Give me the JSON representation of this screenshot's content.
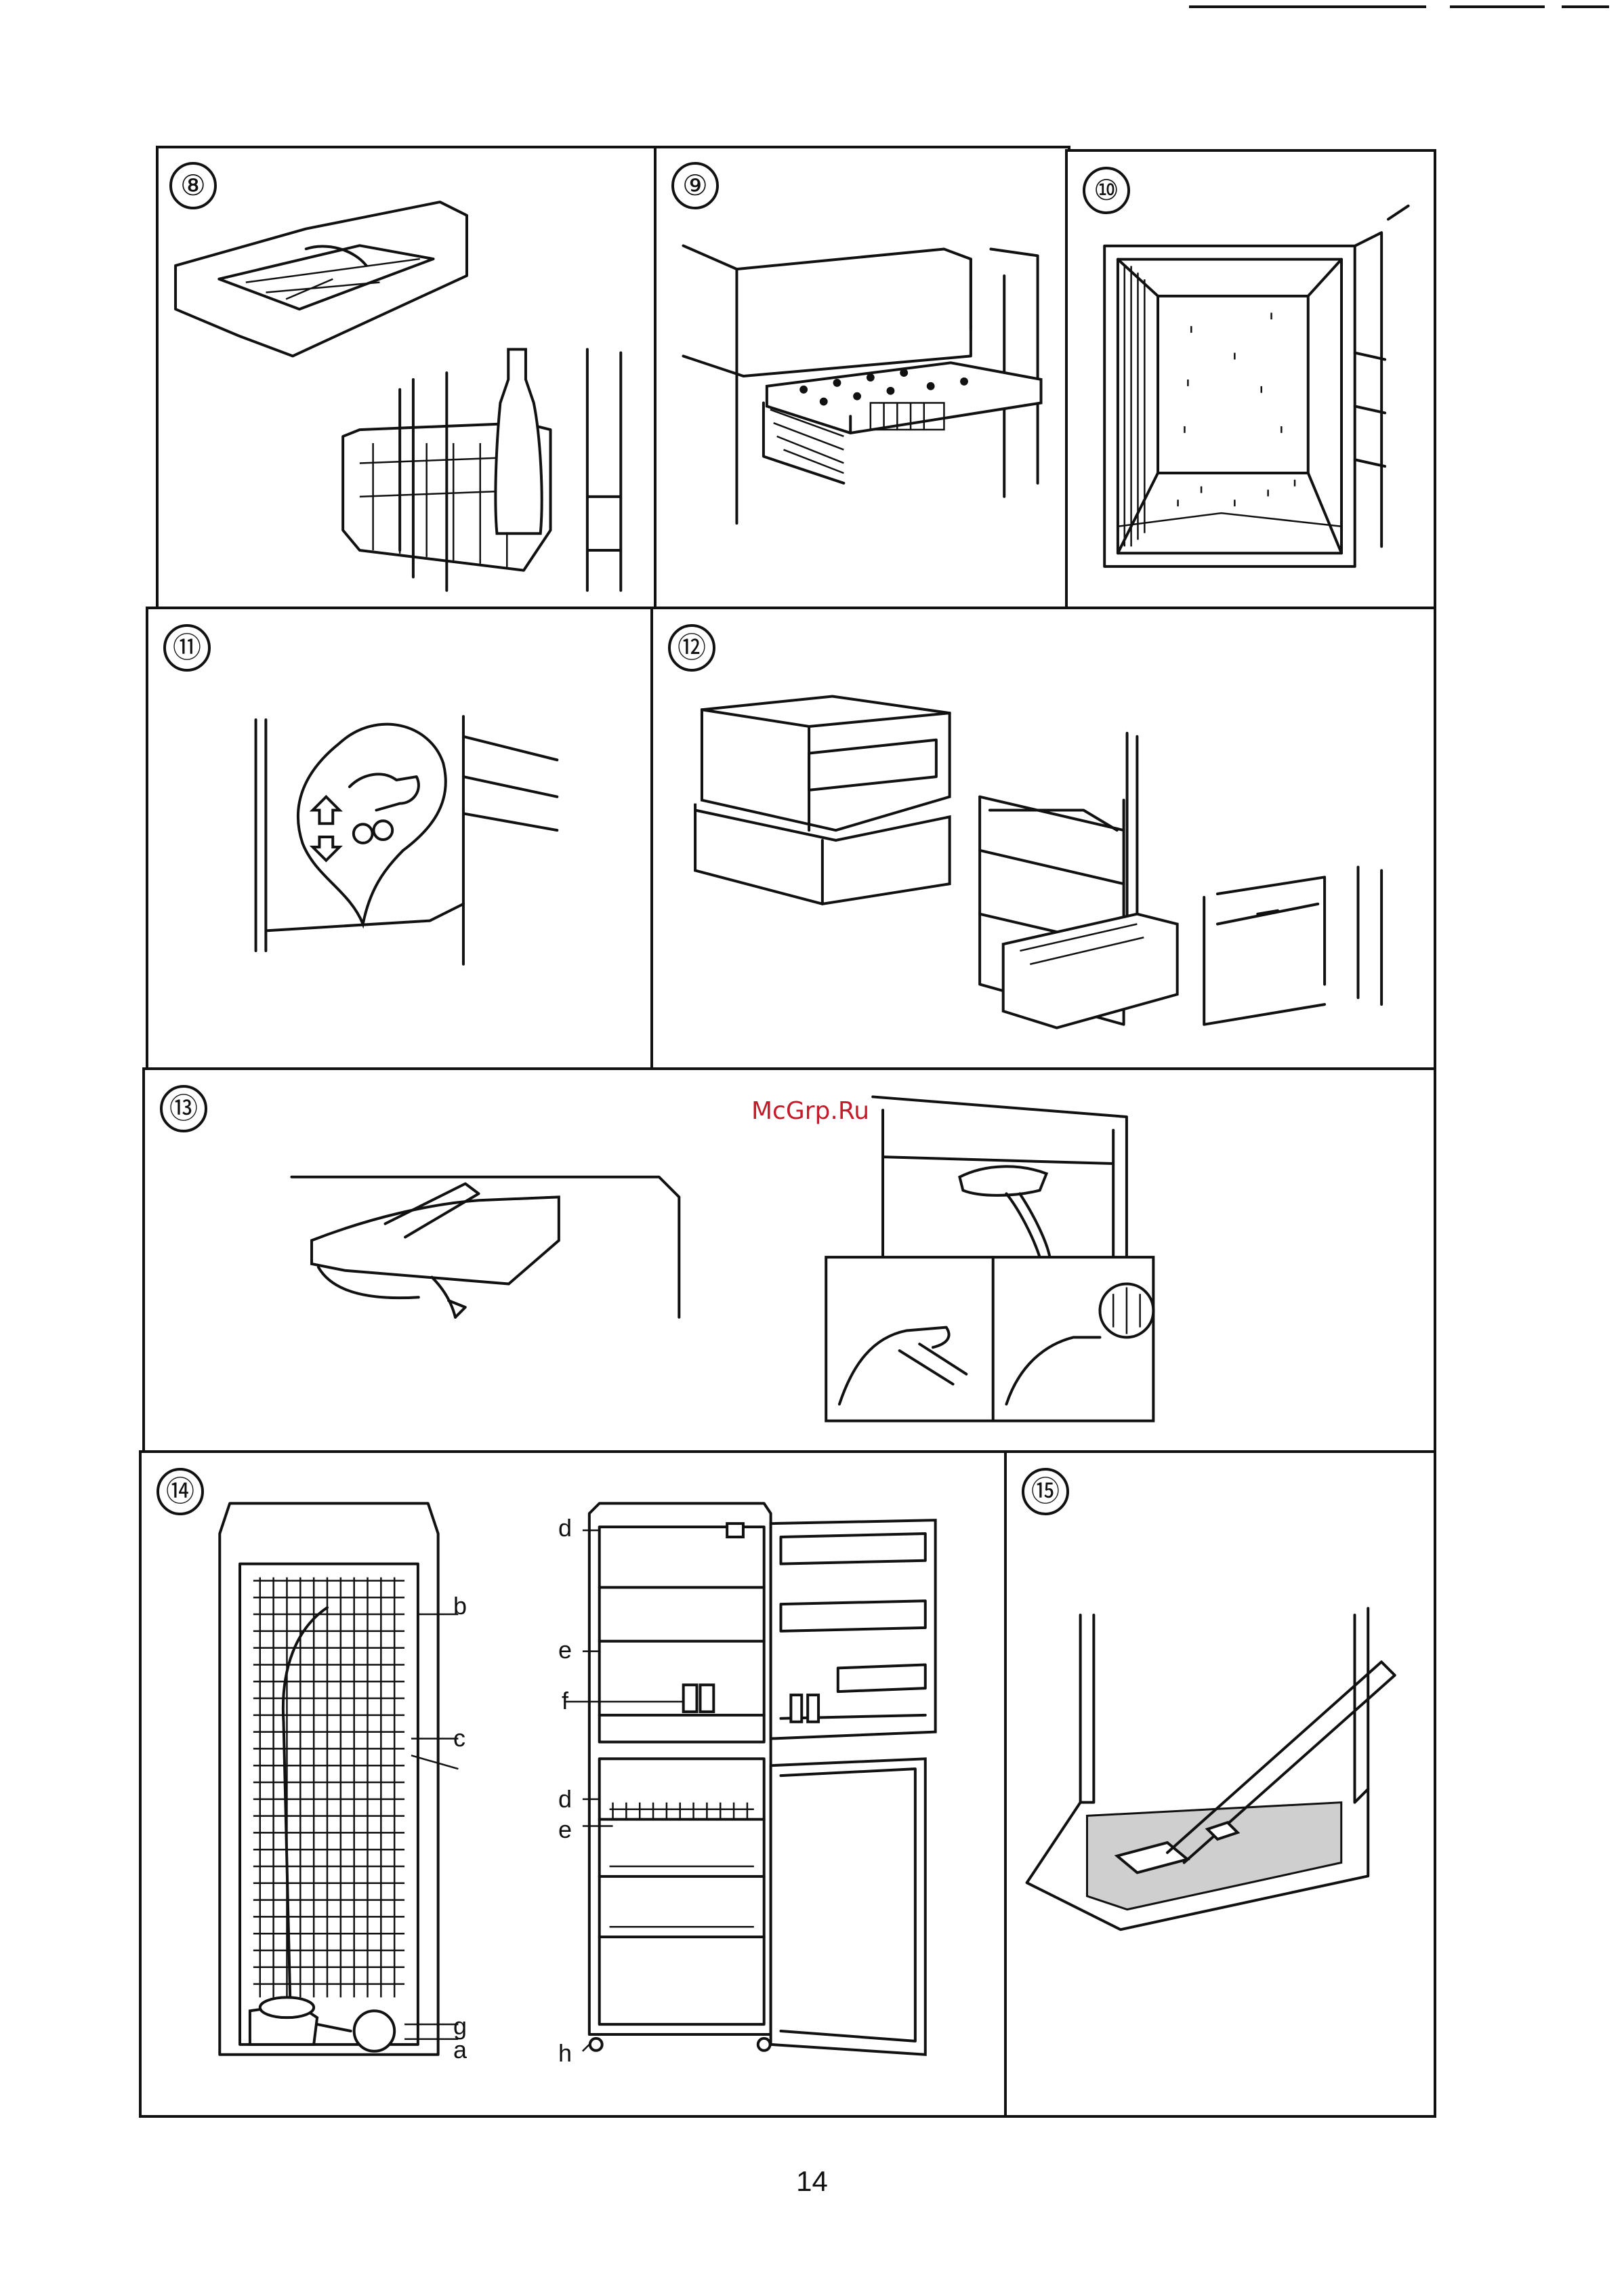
{
  "panels": [
    {
      "id": "panel-8",
      "number": "⑧"
    },
    {
      "id": "panel-9",
      "number": "⑨"
    },
    {
      "id": "panel-10",
      "number": "⑩"
    },
    {
      "id": "panel-11",
      "number": "⑪"
    },
    {
      "id": "panel-12",
      "number": "⑫"
    },
    {
      "id": "panel-13",
      "number": "⑬"
    },
    {
      "id": "panel-14",
      "number": "⑭"
    },
    {
      "id": "panel-15",
      "number": "⑮"
    }
  ],
  "labels_back": {
    "b": "b",
    "c": "c",
    "g": "g",
    "a": "a"
  },
  "labels_front": {
    "d1": "d",
    "e1": "e",
    "f": "f",
    "d2": "d",
    "e2": "e",
    "h": "h"
  },
  "watermark": "McGrp.Ru",
  "page_number": "14"
}
